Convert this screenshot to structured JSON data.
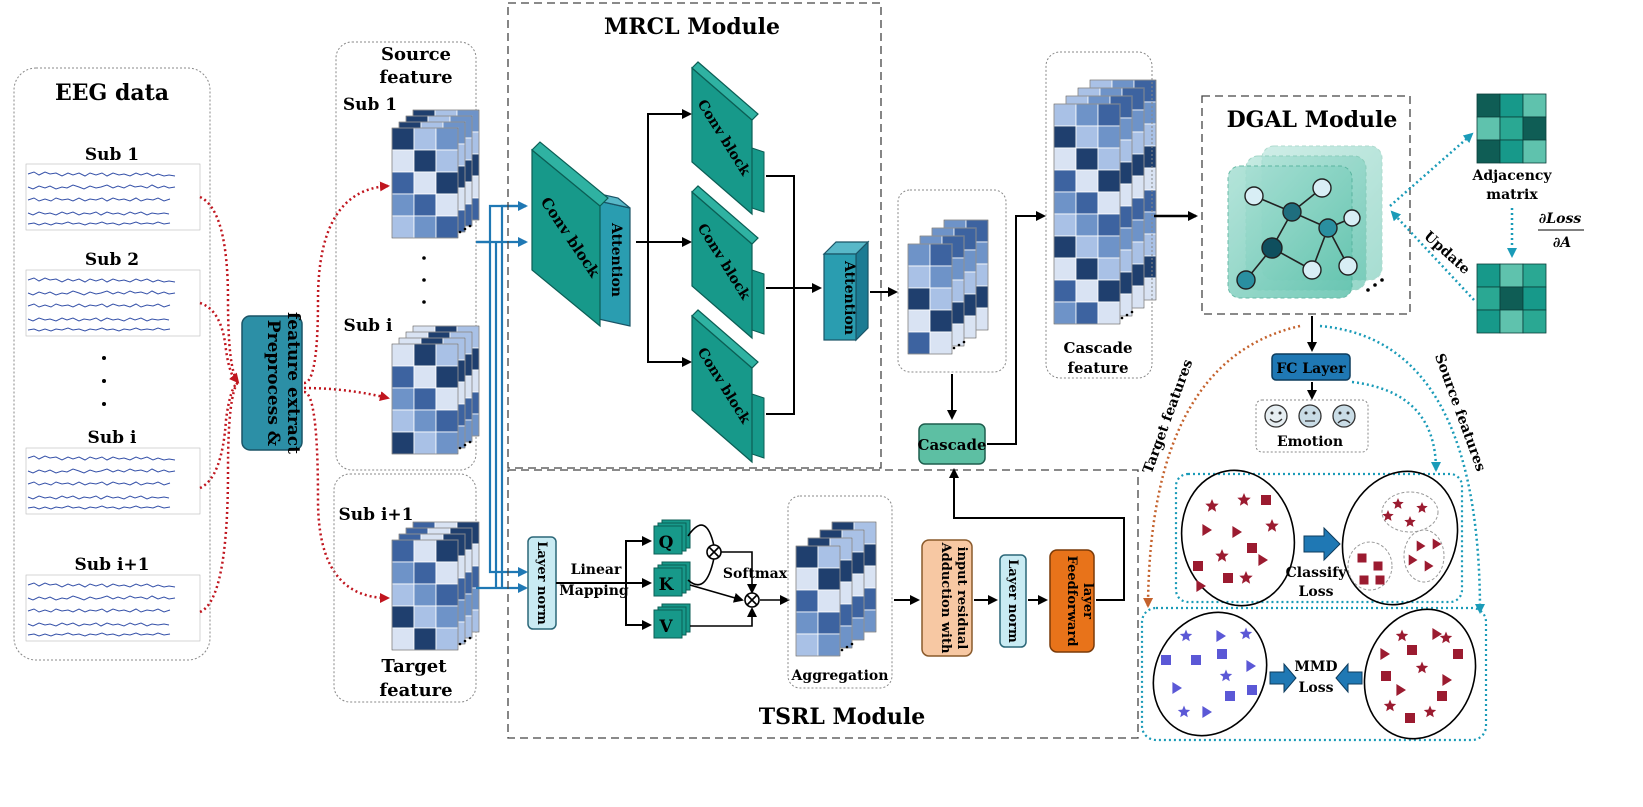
{
  "eeg": {
    "title": "EEG data",
    "subjects": [
      "Sub 1",
      "Sub 2",
      "Sub i",
      "Sub i+1"
    ]
  },
  "preprocess": {
    "line1": "Preprocess &",
    "line2": "feature extract"
  },
  "source_feature": {
    "line1": "Source",
    "line2": "feature",
    "sub1": "Sub 1",
    "subi": "Sub i"
  },
  "target_feature": {
    "sub": "Sub i+1",
    "line1": "Target",
    "line2": "feature"
  },
  "mrcl": {
    "title": "MRCL Module",
    "conv_block": "Conv block",
    "attention": "Attention",
    "cascade": "Cascade",
    "cascade_feature_1": "Cascade",
    "cascade_feature_2": "feature"
  },
  "tsrl": {
    "title": "TSRL Module",
    "layer_norm": "Layer norm",
    "linear_mapping_1": "Linear",
    "linear_mapping_2": "Mapping",
    "q": "Q",
    "k": "K",
    "v": "V",
    "softmax": "Softmax",
    "aggregation": "Aggregation",
    "adduction_1": "Adduction with",
    "adduction_2": "input residual",
    "layer_norm_2": "Layer norm",
    "feedforward_1": "Feedforward",
    "feedforward_2": "layer"
  },
  "dgal": {
    "title": "DGAL Module",
    "adjacency_1": "Adjacency",
    "adjacency_2": "matrix",
    "update": "Update",
    "grad_num": "∂Loss",
    "grad_den": "∂A",
    "fc_layer": "FC Layer",
    "emotion": "Emotion",
    "target_features": "Target features",
    "source_features": "Source features",
    "classify_1": "Classify",
    "classify_2": "Loss",
    "mmd_1": "MMD",
    "mmd_2": "Loss"
  },
  "colors": {
    "teal": "#17998a",
    "teal_dark": "#0d6f64",
    "navy": "#1f3f6e",
    "mid_blue": "#6e93c8",
    "light_blue": "#d9e3f3",
    "orange": "#e8731a",
    "peach": "#f7c8a3",
    "cyan_dotted": "#1a9bb8",
    "red_dotted": "#c0161f",
    "maroon": "#9b1b30",
    "violet": "#5b58d6"
  }
}
